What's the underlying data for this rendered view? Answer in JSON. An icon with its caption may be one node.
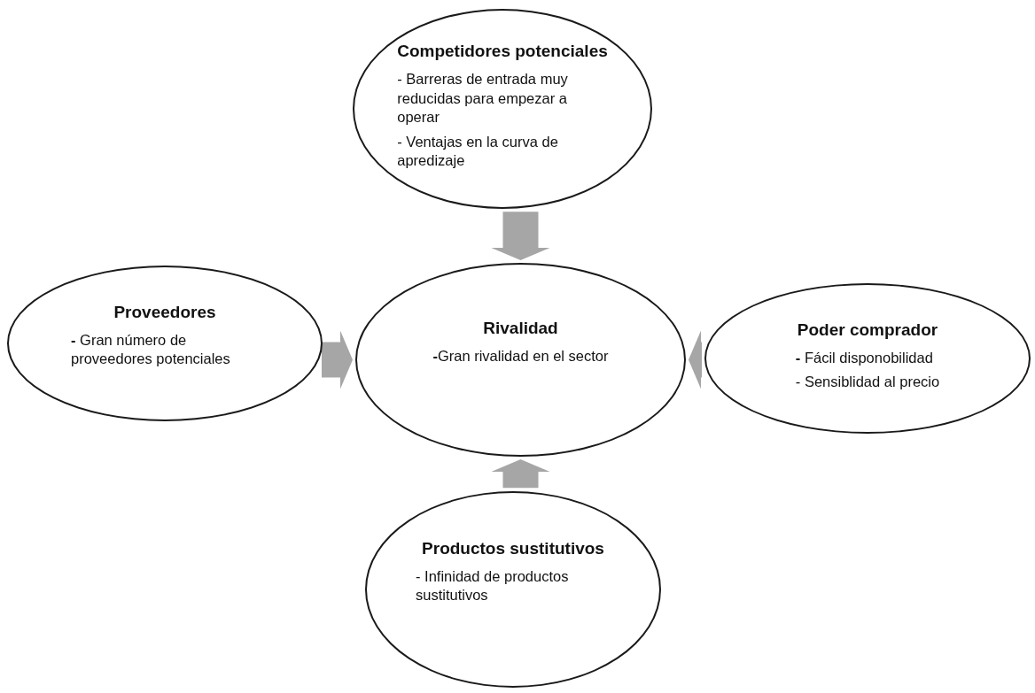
{
  "diagram": {
    "nodes": [
      {
        "text": [
          "Competidores potenciales",
          "- Barreras de entrada muy reducidas para empezar a operar",
          "- Ventajas en la curva de apredizaje"
        ]
      },
      {
        "text": [
          "Proveedores",
          "**-** Gran número de proveedores potenciales"
        ]
      },
      {
        "text": [
          "Rivalidad",
          "**-**Gran rivalidad en el sector"
        ]
      },
      {
        "text": [
          "Poder comprador",
          "**-** Fácil disponobilidad",
          "- Sensiblidad al precio"
        ]
      },
      {
        "text": [
          "Productos sustitutivos",
          "- Infinidad de productos sustitutivos"
        ]
      }
    ],
    "edges": [
      {
        "from": 0,
        "to": 2,
        "arrow": "to"
      },
      {
        "from": 1,
        "to": 2,
        "arrow": "to"
      },
      {
        "from": 3,
        "to": 2,
        "arrow": "to"
      },
      {
        "from": 4,
        "to": 2,
        "arrow": "to"
      }
    ]
  }
}
